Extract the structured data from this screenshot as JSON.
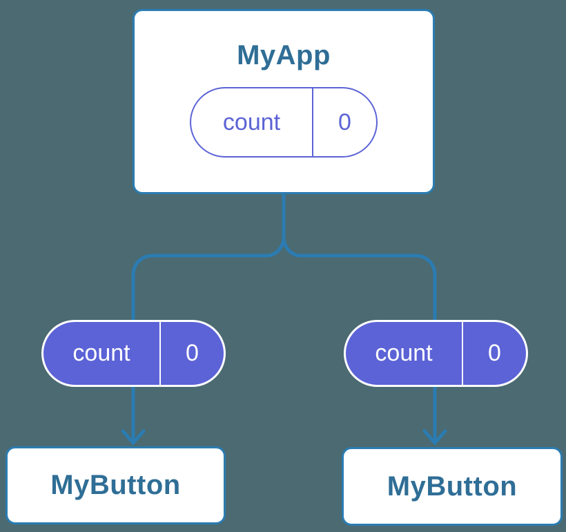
{
  "diagram": {
    "root": {
      "title": "MyApp",
      "state": {
        "name": "count",
        "value": "0"
      }
    },
    "children": [
      {
        "title": "MyButton",
        "prop": {
          "name": "count",
          "value": "0"
        }
      },
      {
        "title": "MyButton",
        "prop": {
          "name": "count",
          "value": "0"
        }
      }
    ],
    "colors": {
      "background": "#4b6a71",
      "connector_blue": "#2b7cb2",
      "component_text_blue": "#2f6e96",
      "pill_purple": "#5c63d6",
      "card_fill": "#ffffff",
      "pill_text_on_purple": "#ffffff"
    }
  }
}
